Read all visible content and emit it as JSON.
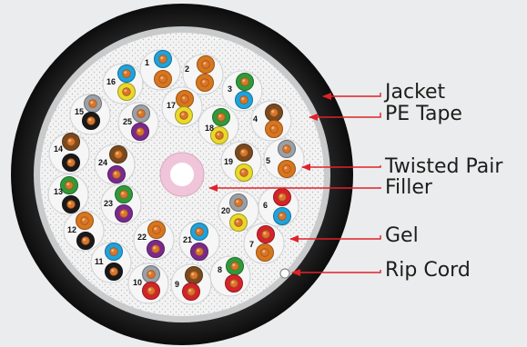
{
  "labels": {
    "jacket": "Jacket",
    "pe_tape": "PE Tape",
    "twisted_pair": "Twisted Pair",
    "filler": "Filler",
    "gel": "Gel",
    "rip_cord": "Rip Cord"
  },
  "colors": {
    "background": "#ebeced",
    "jacket": "#161616",
    "pe_tape": "#c9cacb",
    "gel": "#f3f3f3",
    "filler": "#f0c5d9",
    "arrow": "#e0222a",
    "orange": "#d8761e",
    "blue": "#1ea3dc",
    "green": "#2f9a3a",
    "brown": "#7a4a1f",
    "slate": "#9aa0a6",
    "yellow": "#e9d92b",
    "black": "#1a1a1a",
    "purple": "#7a2a8c",
    "red": "#d4232a",
    "white": "#f5f5f5"
  },
  "pairs": [
    {
      "number": "1",
      "colors": [
        "blue",
        "orange"
      ]
    },
    {
      "number": "2",
      "colors": [
        "orange",
        "orange"
      ]
    },
    {
      "number": "3",
      "colors": [
        "green",
        "blue"
      ]
    },
    {
      "number": "4",
      "colors": [
        "brown",
        "orange"
      ]
    },
    {
      "number": "5",
      "colors": [
        "slate",
        "orange"
      ]
    },
    {
      "number": "6",
      "colors": [
        "red",
        "blue"
      ]
    },
    {
      "number": "7",
      "colors": [
        "red",
        "orange"
      ]
    },
    {
      "number": "8",
      "colors": [
        "green",
        "red"
      ]
    },
    {
      "number": "9",
      "colors": [
        "brown",
        "red"
      ]
    },
    {
      "number": "10",
      "colors": [
        "slate",
        "red"
      ]
    },
    {
      "number": "11",
      "colors": [
        "blue",
        "black"
      ]
    },
    {
      "number": "12",
      "colors": [
        "orange",
        "black"
      ]
    },
    {
      "number": "13",
      "colors": [
        "green",
        "black"
      ]
    },
    {
      "number": "14",
      "colors": [
        "brown",
        "black"
      ]
    },
    {
      "number": "15",
      "colors": [
        "slate",
        "black"
      ]
    },
    {
      "number": "16",
      "colors": [
        "blue",
        "yellow"
      ]
    },
    {
      "number": "17",
      "colors": [
        "orange",
        "yellow"
      ]
    },
    {
      "number": "18",
      "colors": [
        "green",
        "yellow"
      ]
    },
    {
      "number": "19",
      "colors": [
        "brown",
        "yellow"
      ]
    },
    {
      "number": "20",
      "colors": [
        "slate",
        "yellow"
      ]
    },
    {
      "number": "21",
      "colors": [
        "blue",
        "purple"
      ]
    },
    {
      "number": "22",
      "colors": [
        "orange",
        "purple"
      ]
    },
    {
      "number": "23",
      "colors": [
        "green",
        "purple"
      ]
    },
    {
      "number": "24",
      "colors": [
        "brown",
        "purple"
      ]
    },
    {
      "number": "25",
      "colors": [
        "slate",
        "purple"
      ]
    }
  ]
}
